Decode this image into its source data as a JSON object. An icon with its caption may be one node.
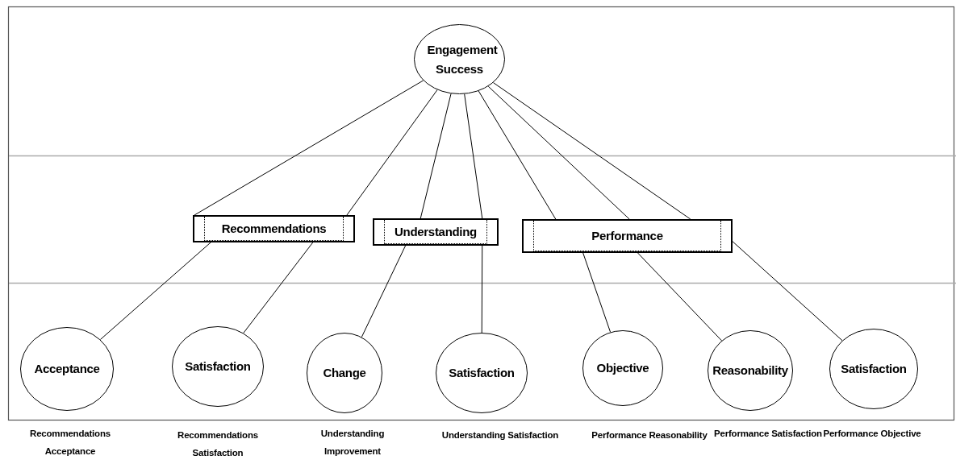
{
  "diagram": {
    "nodes": [
      {
        "text": [
          "Engagement Success"
        ]
      },
      {
        "text": [
          "Recommendations"
        ]
      },
      {
        "text": [
          "Understanding"
        ]
      },
      {
        "text": [
          "Performance"
        ]
      },
      {
        "text": [
          "Acceptance"
        ]
      },
      {
        "text": [
          "Satisfaction"
        ]
      },
      {
        "text": [
          "Change"
        ]
      },
      {
        "text": [
          "Satisfaction"
        ]
      },
      {
        "text": [
          "Objective"
        ]
      },
      {
        "text": [
          "Reasonability"
        ]
      },
      {
        "text": [
          "Satisfaction"
        ]
      }
    ],
    "edges": [
      {
        "from": 0,
        "to": 1,
        "arrow": "none"
      },
      {
        "from": 0,
        "to": 1,
        "arrow": "none"
      },
      {
        "from": 0,
        "to": 2,
        "arrow": "none"
      },
      {
        "from": 0,
        "to": 2,
        "arrow": "none"
      },
      {
        "from": 0,
        "to": 3,
        "arrow": "none"
      },
      {
        "from": 0,
        "to": 3,
        "arrow": "none"
      },
      {
        "from": 0,
        "to": 3,
        "arrow": "none"
      },
      {
        "from": 1,
        "to": 4,
        "arrow": "none"
      },
      {
        "from": 1,
        "to": 5,
        "arrow": "none"
      },
      {
        "from": 2,
        "to": 6,
        "arrow": "none"
      },
      {
        "from": 2,
        "to": 7,
        "arrow": "none"
      },
      {
        "from": 3,
        "to": 8,
        "arrow": "none"
      },
      {
        "from": 3,
        "to": 9,
        "arrow": "none"
      },
      {
        "from": 3,
        "to": 10,
        "arrow": "none"
      }
    ],
    "labels": [
      "Recommendations Acceptance",
      "Recommendations Satisfaction",
      "Understanding Improvement",
      "Understanding Satisfaction",
      "Performance Reasonability",
      "Performance Satisfaction",
      "Performance Objective"
    ]
  }
}
